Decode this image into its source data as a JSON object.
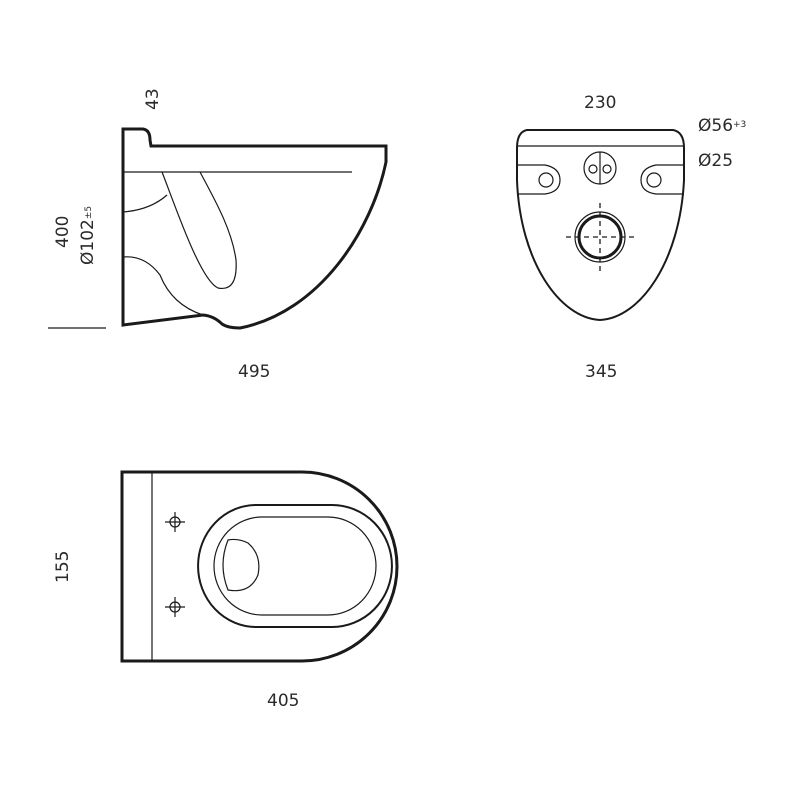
{
  "side_view": {
    "height": "400",
    "top_offset": "43",
    "outlet_diameter": "Ø102",
    "outlet_tolerance": "±5",
    "length": "495"
  },
  "rear_view": {
    "width_top": "230",
    "inlet_diameter": "Ø56",
    "inlet_tolerance": "+3",
    "fixing_diameter": "Ø25",
    "width": "345"
  },
  "top_view": {
    "fixing_spacing": "155",
    "length": "405"
  }
}
